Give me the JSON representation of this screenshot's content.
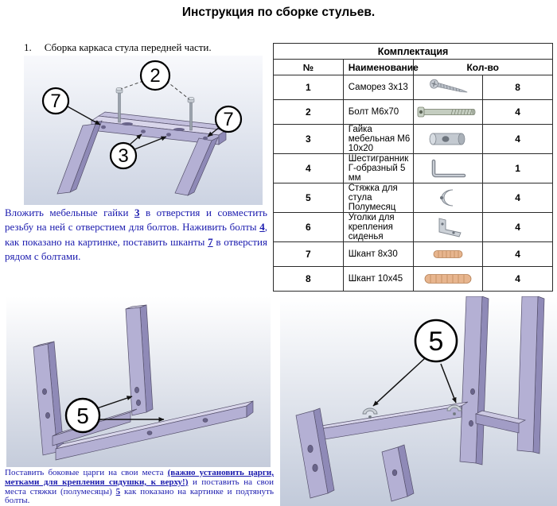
{
  "page": {
    "title": "Инструкция по сборке стульев."
  },
  "step1": {
    "number": "1.",
    "heading": "Сборка каркаса стула передней части.",
    "callouts": [
      "2",
      "7",
      "3",
      "7"
    ],
    "text": {
      "p1": "Вложить мебельные гайки ",
      "ref1": "3",
      "p2": " в отверстия и совместить резьбу на ней с отверстием для болтов. Наживить болты ",
      "ref2": "4",
      "p3": ", как показано на картинке, поставить шканты ",
      "ref3": "7",
      "p4": " в отверстия рядом с болтами."
    }
  },
  "parts_table": {
    "title": "Комплектация",
    "headers": {
      "num": "№",
      "name": "Наименование",
      "qty": "Кол-во"
    },
    "rows": [
      {
        "num": "1",
        "name": "Саморез 3х13",
        "icon": "screw-icon",
        "qty": "8"
      },
      {
        "num": "2",
        "name": "Болт М6х70",
        "icon": "bolt-icon",
        "qty": "4"
      },
      {
        "num": "3",
        "name": "Гайка мебельная М6 10х20",
        "icon": "barrel-nut-icon",
        "qty": "4"
      },
      {
        "num": "4",
        "name": "Шестигранник Г-образный 5 мм",
        "icon": "hex-key-icon",
        "qty": "1"
      },
      {
        "num": "5",
        "name": "Стяжка для стула Полумесяц",
        "icon": "half-moon-bracket-icon",
        "qty": "4"
      },
      {
        "num": "6",
        "name": "Уголки для крепления сиденья",
        "icon": "corner-bracket-icon",
        "qty": "4"
      },
      {
        "num": "7",
        "name": "Шкант 8х30",
        "icon": "dowel-icon",
        "qty": "4"
      },
      {
        "num": "8",
        "name": "Шкант 10х45",
        "icon": "dowel-icon",
        "qty": "4"
      }
    ]
  },
  "step2": {
    "callout": "5",
    "text": {
      "p1": "Поставить боковые царги на свои места ",
      "em1": "(важно установить царги, метками для крепления сидушки, к верху!)",
      "p2": " и поставить на свои места стяжки (полумесяцы) ",
      "ref1": "5",
      "p3": " как показано на картинке и подтянуть болты."
    }
  },
  "step3": {
    "callout": "5"
  },
  "colors": {
    "instruction_text": "#1a1aae",
    "frame_lavender": "#b4b0d4",
    "frame_shadow": "#8f8ab7",
    "frame_light": "#d8d5ea",
    "metal_gray": "#c3c9d0",
    "dowel_wood": "#e7b58e",
    "viewport_gradient_bottom": "#c5ccdb"
  }
}
